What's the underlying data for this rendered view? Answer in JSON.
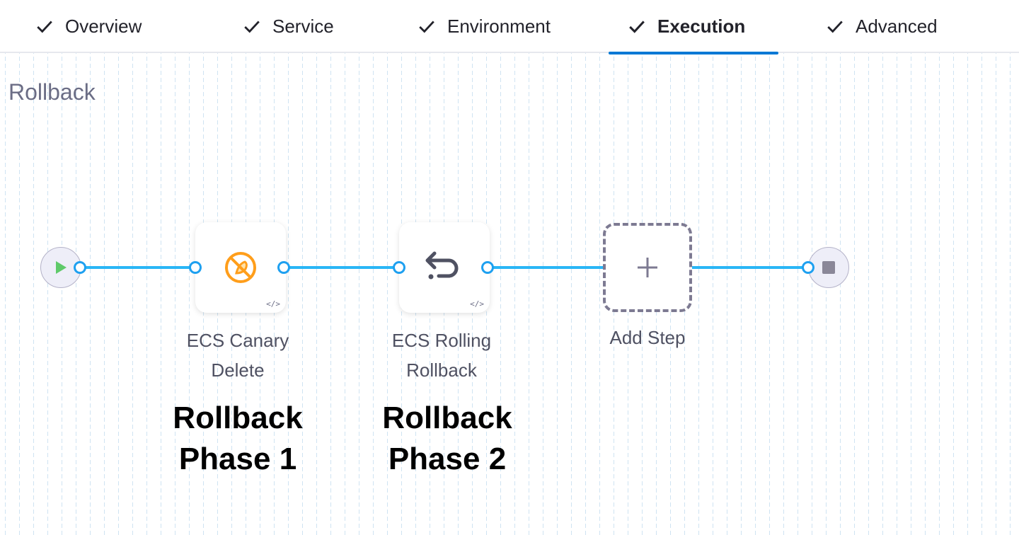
{
  "tabs": [
    {
      "label": "Overview",
      "icon": "check-icon",
      "active": false
    },
    {
      "label": "Service",
      "icon": "check-icon",
      "active": false
    },
    {
      "label": "Environment",
      "icon": "check-icon",
      "active": false
    },
    {
      "label": "Execution",
      "icon": "check-icon",
      "active": true
    },
    {
      "label": "Advanced",
      "icon": "check-icon",
      "active": false
    }
  ],
  "section_title": "Rollback",
  "steps": [
    {
      "label": "ECS Canary Delete",
      "icon": "canary-delete-icon",
      "color": "#ff9e1b"
    },
    {
      "label": "ECS Rolling Rollback",
      "icon": "rollback-arrow-icon",
      "color": "#4f5162"
    }
  ],
  "add_step": "Add Step",
  "annotations": [
    "Rollback Phase 1",
    "Rollback Phase 2"
  ],
  "colors": {
    "accent": "#0278d5",
    "connector": "#29b6f6",
    "start": "#5fca6a"
  }
}
